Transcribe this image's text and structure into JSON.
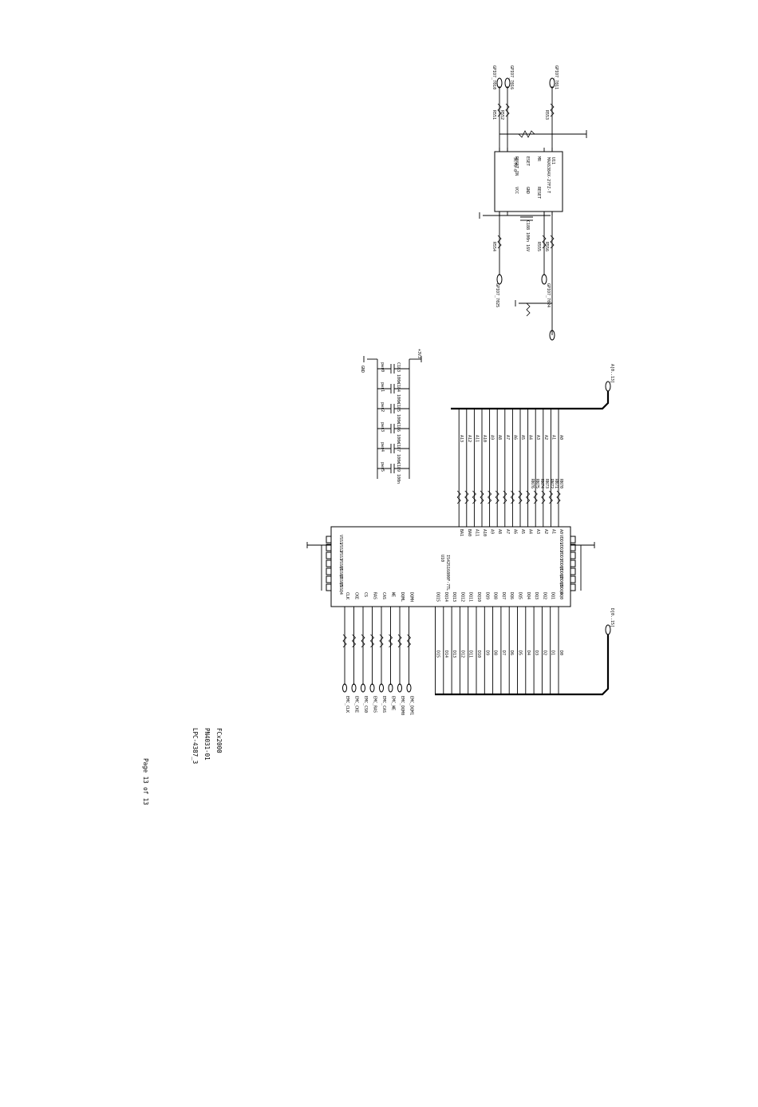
{
  "title_block": {
    "project": "FCx2000",
    "part_number": "PN4031-01",
    "sheet_name": "LPC-4387_3",
    "page": "Page 13 of 13"
  },
  "reset_circuit": {
    "ic_ref": "U11",
    "ic_part": "MAX6384X-27FZ-T",
    "ic_package": "SC70-6",
    "pins_left": [
      "RESET IN",
      "ESET",
      "MR",
      "VCC",
      "GND",
      "RESET"
    ],
    "net_labels": [
      "GPIO7_7010",
      "GPIO7_7016",
      "GPIO7_7011",
      "GPIO7_7025",
      "GPIO7_7024"
    ],
    "resistors": [
      "R551",
      "R552",
      "R553",
      "R554",
      "R555",
      "R556"
    ],
    "capacitor": "C188 100n 16V"
  },
  "decoupling": {
    "capacitors": [
      "C183 100n",
      "C184 100n",
      "C185 100n",
      "C186 100n",
      "C187 100n",
      "C189 100n"
    ],
    "net_labels": [
      "pwr0",
      "pwr1",
      "pwr2",
      "pwr3",
      "pwr4",
      "pwr5"
    ],
    "supply": "+3V3",
    "ground": "GND"
  },
  "sdram": {
    "ref": "U10",
    "part": "IS42S16800F-7TL",
    "vdd_pins": [
      "VDD1",
      "VDD2",
      "VDD3",
      "VDDQ1",
      "VDDQ2",
      "VDDQ3",
      "VDDQ4"
    ],
    "vss_pins": [
      "VSS1",
      "VSS2",
      "VSS3",
      "VSSQ1",
      "VSSQ2",
      "VSSQ3",
      "VSSQ4"
    ],
    "address_pins": [
      "A0",
      "A1",
      "A2",
      "A3",
      "A4",
      "A5",
      "A6",
      "A7",
      "A8",
      "A9",
      "A10",
      "A11",
      "BA0",
      "BA1"
    ],
    "data_pins": [
      "DQ0",
      "DQ1",
      "DQ2",
      "DQ3",
      "DQ4",
      "DQ5",
      "DQ6",
      "DQ7",
      "DQ8",
      "DQ9",
      "DQ10",
      "DQ11",
      "DQ12",
      "DQ13",
      "DQ14",
      "DQ15"
    ],
    "control_pins": [
      "CLK",
      "CKE",
      "CS",
      "RAS",
      "CAS",
      "WE",
      "DQML",
      "DQMH"
    ],
    "data_nets": [
      "D0",
      "D1",
      "D2",
      "D3",
      "D4",
      "D5",
      "D6",
      "D7",
      "D8",
      "D9",
      "D10",
      "D11",
      "D12",
      "D13",
      "D14",
      "D15"
    ],
    "addr_nets": [
      "A0",
      "A1",
      "A2",
      "A3",
      "A4",
      "A5",
      "A6",
      "A7",
      "A8",
      "A9",
      "A10",
      "A11",
      "A12",
      "A13"
    ],
    "ctrl_nets": [
      "EMC_CLK",
      "EMC_CKE",
      "EMC_CS0",
      "EMC_RAS",
      "EMC_CAS",
      "EMC_WE",
      "EMC_DQM0",
      "EMC_DQM1"
    ],
    "resistor_packs": [
      "RN70",
      "RN71",
      "RN72",
      "RN73",
      "RN74",
      "RN75",
      "RN76"
    ],
    "bus_labels": {
      "address": "A[0..13]",
      "data": "D[0..15]"
    }
  }
}
